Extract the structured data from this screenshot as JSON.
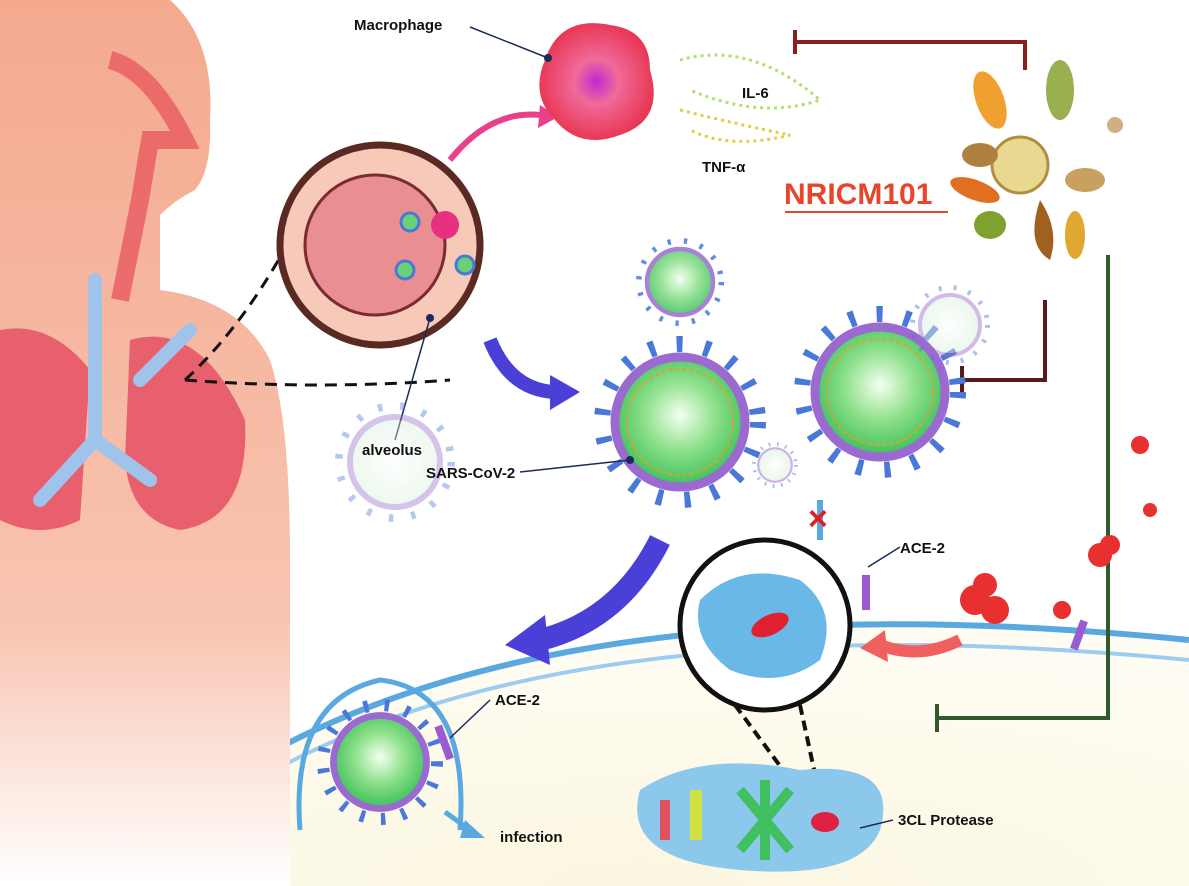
{
  "labels": {
    "macrophage": "Macrophage",
    "il6": "IL-6",
    "tnf": "TNF-α",
    "brand": "NRICM101",
    "alveolus": "alveolus",
    "virus": "SARS-CoV-2",
    "ace2_top": "ACE-2",
    "ace2_bottom": "ACE-2",
    "infection": "infection",
    "protease": "3CL Protease"
  },
  "colors": {
    "body": "#f4a98e",
    "lung": "#e8606e",
    "virus_core": "#5ccf6a",
    "virus_spike": "#4a78d8",
    "membrane": "#5aa8e0",
    "brand": "#e8452c",
    "inhibit_red": "#8a1f1f",
    "inhibit_green": "#2e5a2e"
  }
}
